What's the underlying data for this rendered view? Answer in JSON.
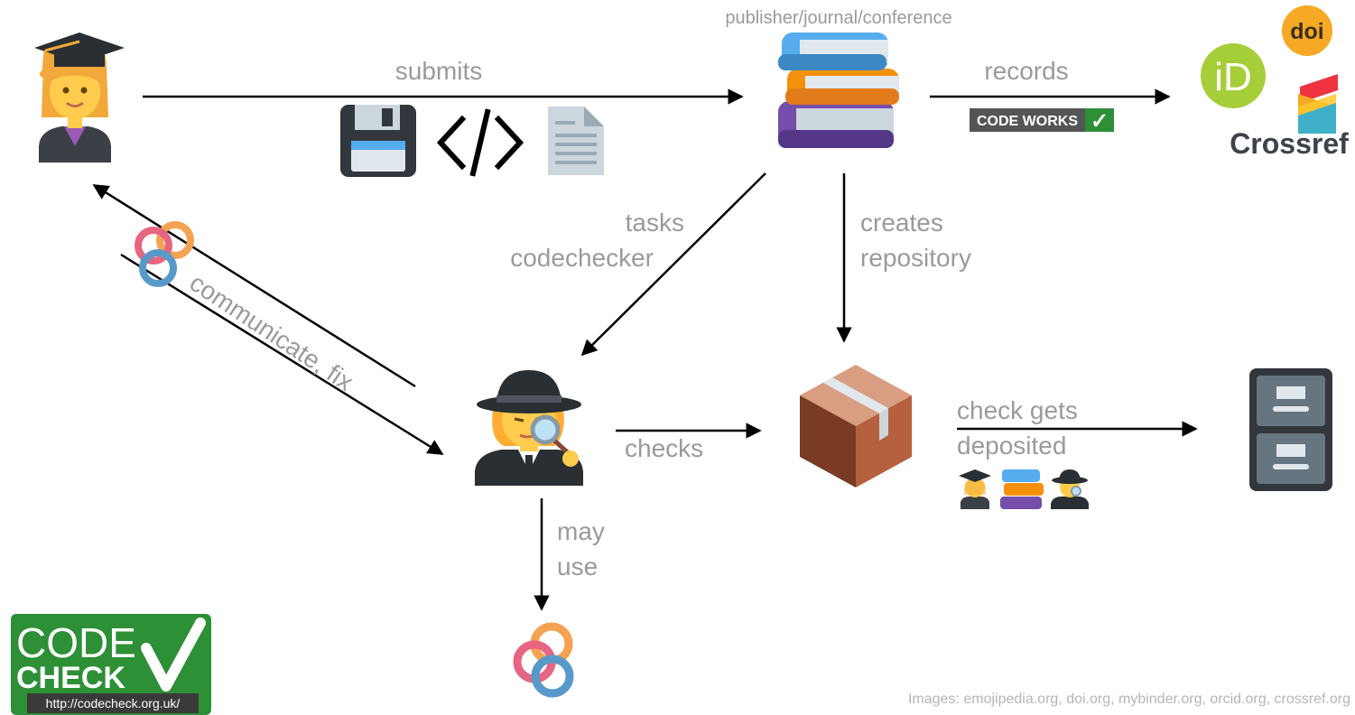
{
  "labels": {
    "publisher": "publisher/journal/conference",
    "submits": "submits",
    "records": "records",
    "tasks_line1": "tasks",
    "tasks_line2": "codechecker",
    "creates_line1": "creates",
    "creates_line2": "repository",
    "communicate": "communicate, fix",
    "checks": "checks",
    "deposited_line1": "check gets",
    "deposited_line2": "deposited",
    "may_line1": "may",
    "may_line2": "use",
    "credits": "Images: emojipedia.org, doi.org, mybinder.org, orcid.org, crossref.org"
  },
  "badges": {
    "code_works": "CODE WORKS",
    "doi_text": "doi",
    "orcid_text": "iD",
    "crossref_text": "Crossref"
  },
  "logo": {
    "line1": "CODE",
    "line2": "CHECK",
    "url": "http://codecheck.org.uk/"
  },
  "colors": {
    "arrow": "#000000",
    "label_gray": "#9a9a9a",
    "codecheck_green": "#2d8f36",
    "doi_orange": "#f6a924",
    "orcid_green": "#a6ce39",
    "crossref_gray": "#3d434a"
  },
  "icons": [
    "graduate-icon",
    "books-icon",
    "floppy-disk-icon",
    "code-icon",
    "document-icon",
    "detective-icon",
    "package-icon",
    "file-cabinet-icon",
    "binder-icon",
    "doi-logo",
    "orcid-logo",
    "crossref-logo",
    "codecheck-logo"
  ]
}
